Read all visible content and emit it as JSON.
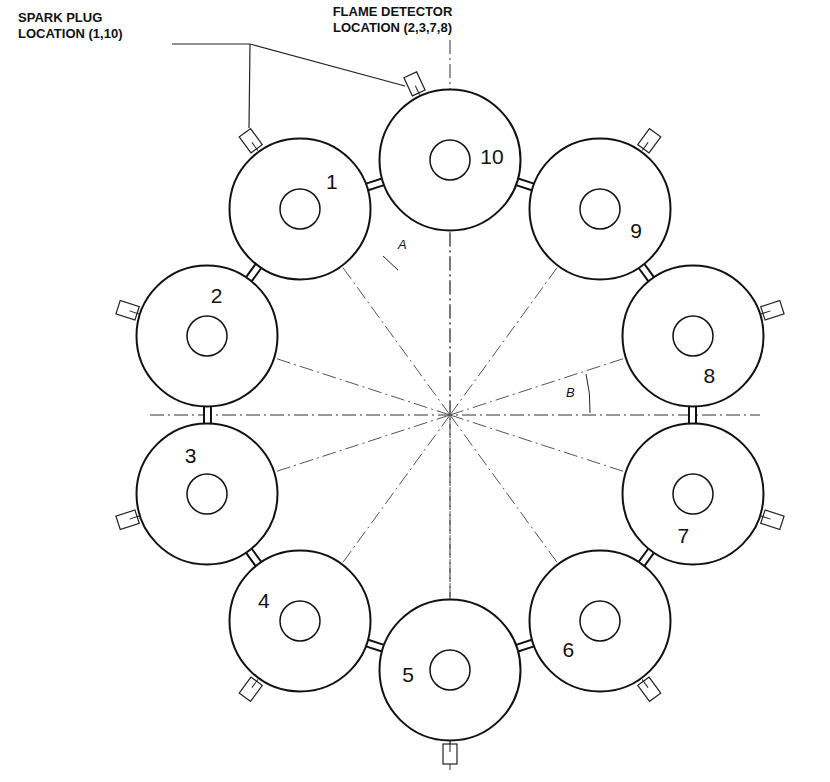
{
  "diagram": {
    "nodes": [
      {
        "text": [
          "1"
        ]
      },
      {
        "text": [
          "2"
        ]
      },
      {
        "text": [
          "3"
        ]
      },
      {
        "text": [
          "4"
        ]
      },
      {
        "text": [
          "5"
        ]
      },
      {
        "text": [
          "6"
        ]
      },
      {
        "text": [
          "7"
        ]
      },
      {
        "text": [
          "8"
        ]
      },
      {
        "text": [
          "9"
        ]
      },
      {
        "text": [
          "10"
        ]
      }
    ],
    "edges": [
      {
        "from": 0,
        "to": 1,
        "arrow": "none"
      },
      {
        "from": 1,
        "to": 2,
        "arrow": "none"
      },
      {
        "from": 2,
        "to": 3,
        "arrow": "none"
      },
      {
        "from": 3,
        "to": 4,
        "arrow": "none"
      },
      {
        "from": 4,
        "to": 5,
        "arrow": "none"
      },
      {
        "from": 5,
        "to": 6,
        "arrow": "none"
      },
      {
        "from": 6,
        "to": 7,
        "arrow": "none"
      },
      {
        "from": 7,
        "to": 8,
        "arrow": "none"
      },
      {
        "from": 8,
        "to": 9,
        "arrow": "none"
      },
      {
        "from": 9,
        "to": 0,
        "arrow": "none"
      }
    ],
    "labels": [
      "SPARK PLUG LOCATION (1,10)",
      "FLAME DETECTOR LOCATION (2,3,7,8)",
      "A",
      "B"
    ]
  }
}
